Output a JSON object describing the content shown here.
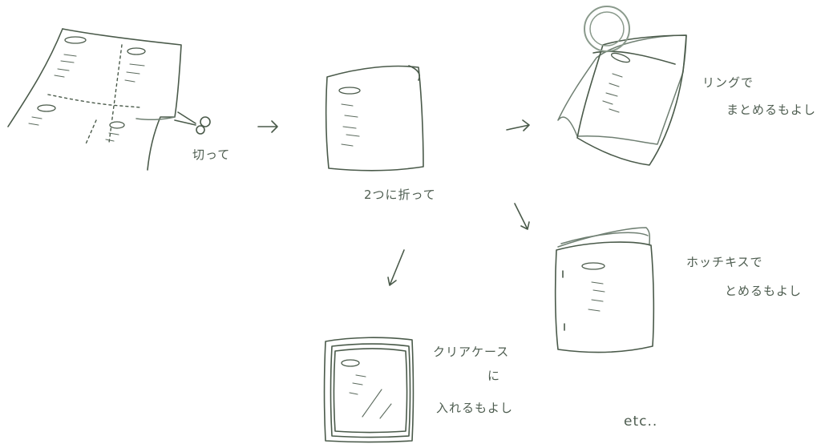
{
  "labels": {
    "cut": "切って",
    "fold": "2つに折って",
    "ring_line1": "リングで",
    "ring_line2": "まとめるもよし",
    "stapler_line1": "ホッチキスで",
    "stapler_line2": "とめるもよし",
    "clearcase_line1": "クリアケース",
    "clearcase_line2": "に",
    "clearcase_line3": "入れるもよし",
    "etc": "etc.."
  },
  "icons": [
    "scissors-icon",
    "ring-icon",
    "arrow-icon"
  ],
  "colors": {
    "ink": "#4a5a4a",
    "ring": "#8a9a8c",
    "background": "#ffffff"
  }
}
